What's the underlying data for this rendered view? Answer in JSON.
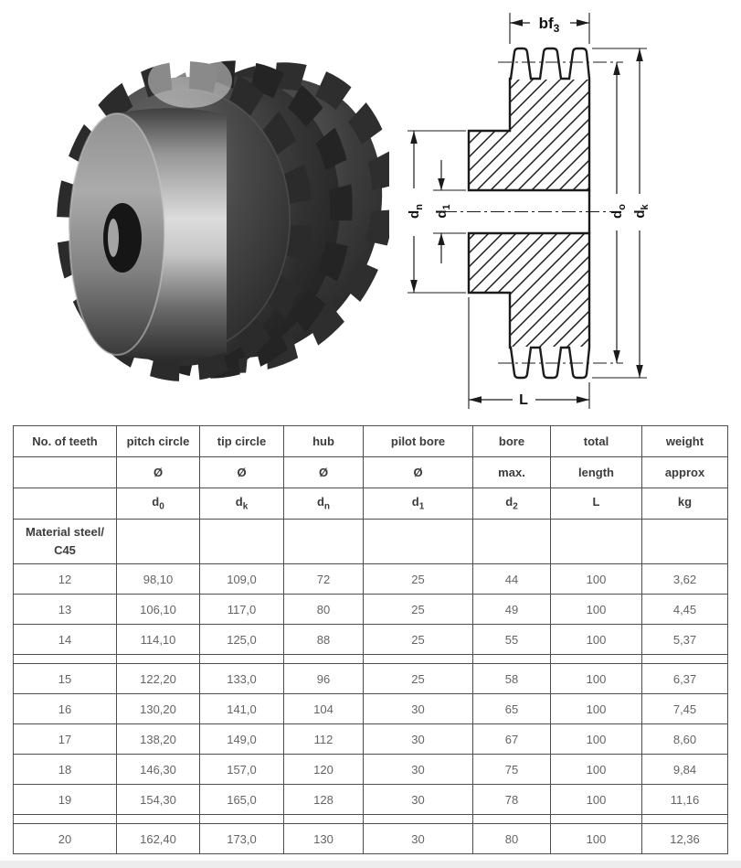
{
  "photo": {
    "alt": "triple sprocket photograph"
  },
  "diagram": {
    "labels": {
      "bf": {
        "base": "bf",
        "sub": "3"
      },
      "dn": {
        "base": "d",
        "sub": "n"
      },
      "d1": {
        "base": "d",
        "sub": "1"
      },
      "do": {
        "base": "d",
        "sub": "o"
      },
      "dk": {
        "base": "d",
        "sub": "k"
      },
      "L": "L"
    }
  },
  "table": {
    "header_row1": [
      "No. of teeth",
      "pitch circle",
      "tip circle",
      "hub",
      "pilot bore",
      "bore",
      "total",
      "weight"
    ],
    "header_row2": [
      "",
      "Ø",
      "Ø",
      "Ø",
      "Ø",
      "max.",
      "length",
      "approx"
    ],
    "symbols": [
      {
        "base": "",
        "sub": ""
      },
      {
        "base": "d",
        "sub": "0"
      },
      {
        "base": "d",
        "sub": "k"
      },
      {
        "base": "d",
        "sub": "n"
      },
      {
        "base": "d",
        "sub": "1"
      },
      {
        "base": "d",
        "sub": "2"
      },
      {
        "base": "L",
        "sub": ""
      },
      {
        "base": "kg",
        "sub": ""
      }
    ],
    "material_line1": "Material steel/",
    "material_line2": "C45",
    "groups": [
      {
        "rows": [
          [
            "12",
            "98,10",
            "109,0",
            "72",
            "25",
            "44",
            "100",
            "3,62"
          ],
          [
            "13",
            "106,10",
            "117,0",
            "80",
            "25",
            "49",
            "100",
            "4,45"
          ],
          [
            "14",
            "114,10",
            "125,0",
            "88",
            "25",
            "55",
            "100",
            "5,37"
          ]
        ]
      },
      {
        "rows": [
          [
            "15",
            "122,20",
            "133,0",
            "96",
            "25",
            "58",
            "100",
            "6,37"
          ],
          [
            "16",
            "130,20",
            "141,0",
            "104",
            "30",
            "65",
            "100",
            "7,45"
          ],
          [
            "17",
            "138,20",
            "149,0",
            "112",
            "30",
            "67",
            "100",
            "8,60"
          ],
          [
            "18",
            "146,30",
            "157,0",
            "120",
            "30",
            "75",
            "100",
            "9,84"
          ],
          [
            "19",
            "154,30",
            "165,0",
            "128",
            "30",
            "78",
            "100",
            "11,16"
          ]
        ]
      },
      {
        "rows": [
          [
            "20",
            "162,40",
            "173,0",
            "130",
            "30",
            "80",
            "100",
            "12,36"
          ]
        ]
      }
    ],
    "colors": {
      "border": "#4f4f4f",
      "header_text": "#3c3c3c",
      "data_text": "#656565"
    }
  }
}
